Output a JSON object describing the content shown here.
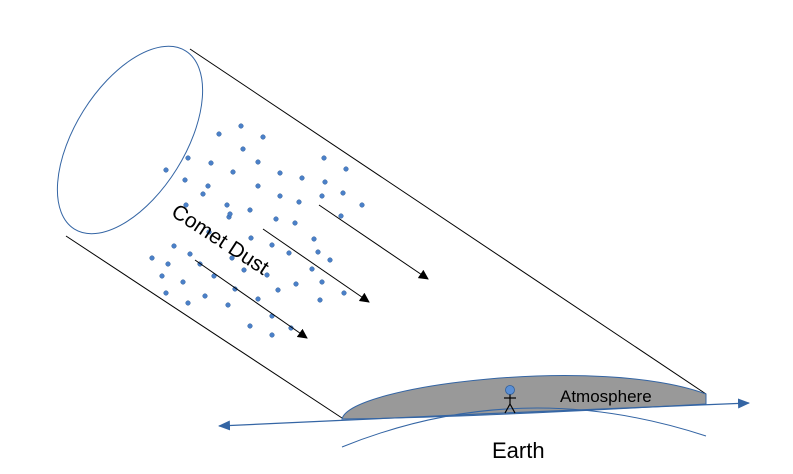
{
  "labels": {
    "comet_dust": "Comet Dust",
    "atmosphere": "Atmosphere",
    "earth": "Earth"
  },
  "colors": {
    "tube_outline": "#000000",
    "tube_end_ellipse": "#3465a4",
    "dust_particle": "#4a80c8",
    "dust_particle_stroke": "#2f5f9c",
    "atmosphere_fill": "#999999",
    "atmosphere_stroke": "#3465a4",
    "horizon_line": "#3465a4",
    "earth_curve": "#3465a4",
    "arrow": "#000000",
    "person": "#000000",
    "person_head": "#5b8fd4"
  },
  "icons": {
    "observer": "stick-figure-person-icon"
  }
}
